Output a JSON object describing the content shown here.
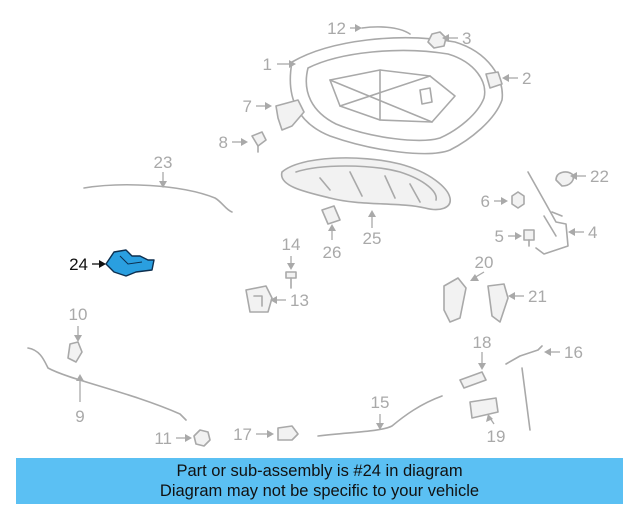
{
  "callouts": [
    "1",
    "2",
    "3",
    "4",
    "5",
    "6",
    "7",
    "8",
    "9",
    "10",
    "11",
    "12",
    "13",
    "14",
    "15",
    "16",
    "17",
    "18",
    "19",
    "20",
    "21",
    "22",
    "23",
    "24",
    "25",
    "26"
  ],
  "highlighted_callout": "24",
  "colors": {
    "banner": "#5bc0f3",
    "highlight_part": "#2a9fe0",
    "line_art": "#a9a9a9"
  },
  "banner": {
    "line1": "Part or sub-assembly is #24 in diagram",
    "line2": "Diagram may not be specific to your vehicle"
  }
}
